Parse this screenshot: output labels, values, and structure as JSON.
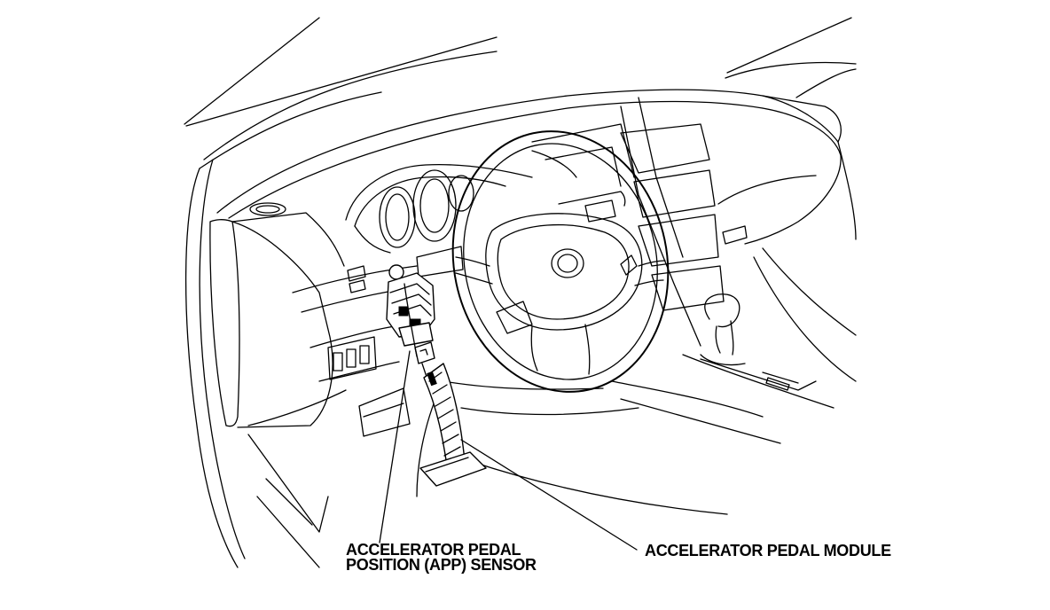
{
  "labels": {
    "app_sensor_line1": "ACCELERATOR PEDAL",
    "app_sensor_line2": "POSITION (APP) SENSOR",
    "pedal_module": "ACCELERATOR PEDAL MODULE"
  }
}
